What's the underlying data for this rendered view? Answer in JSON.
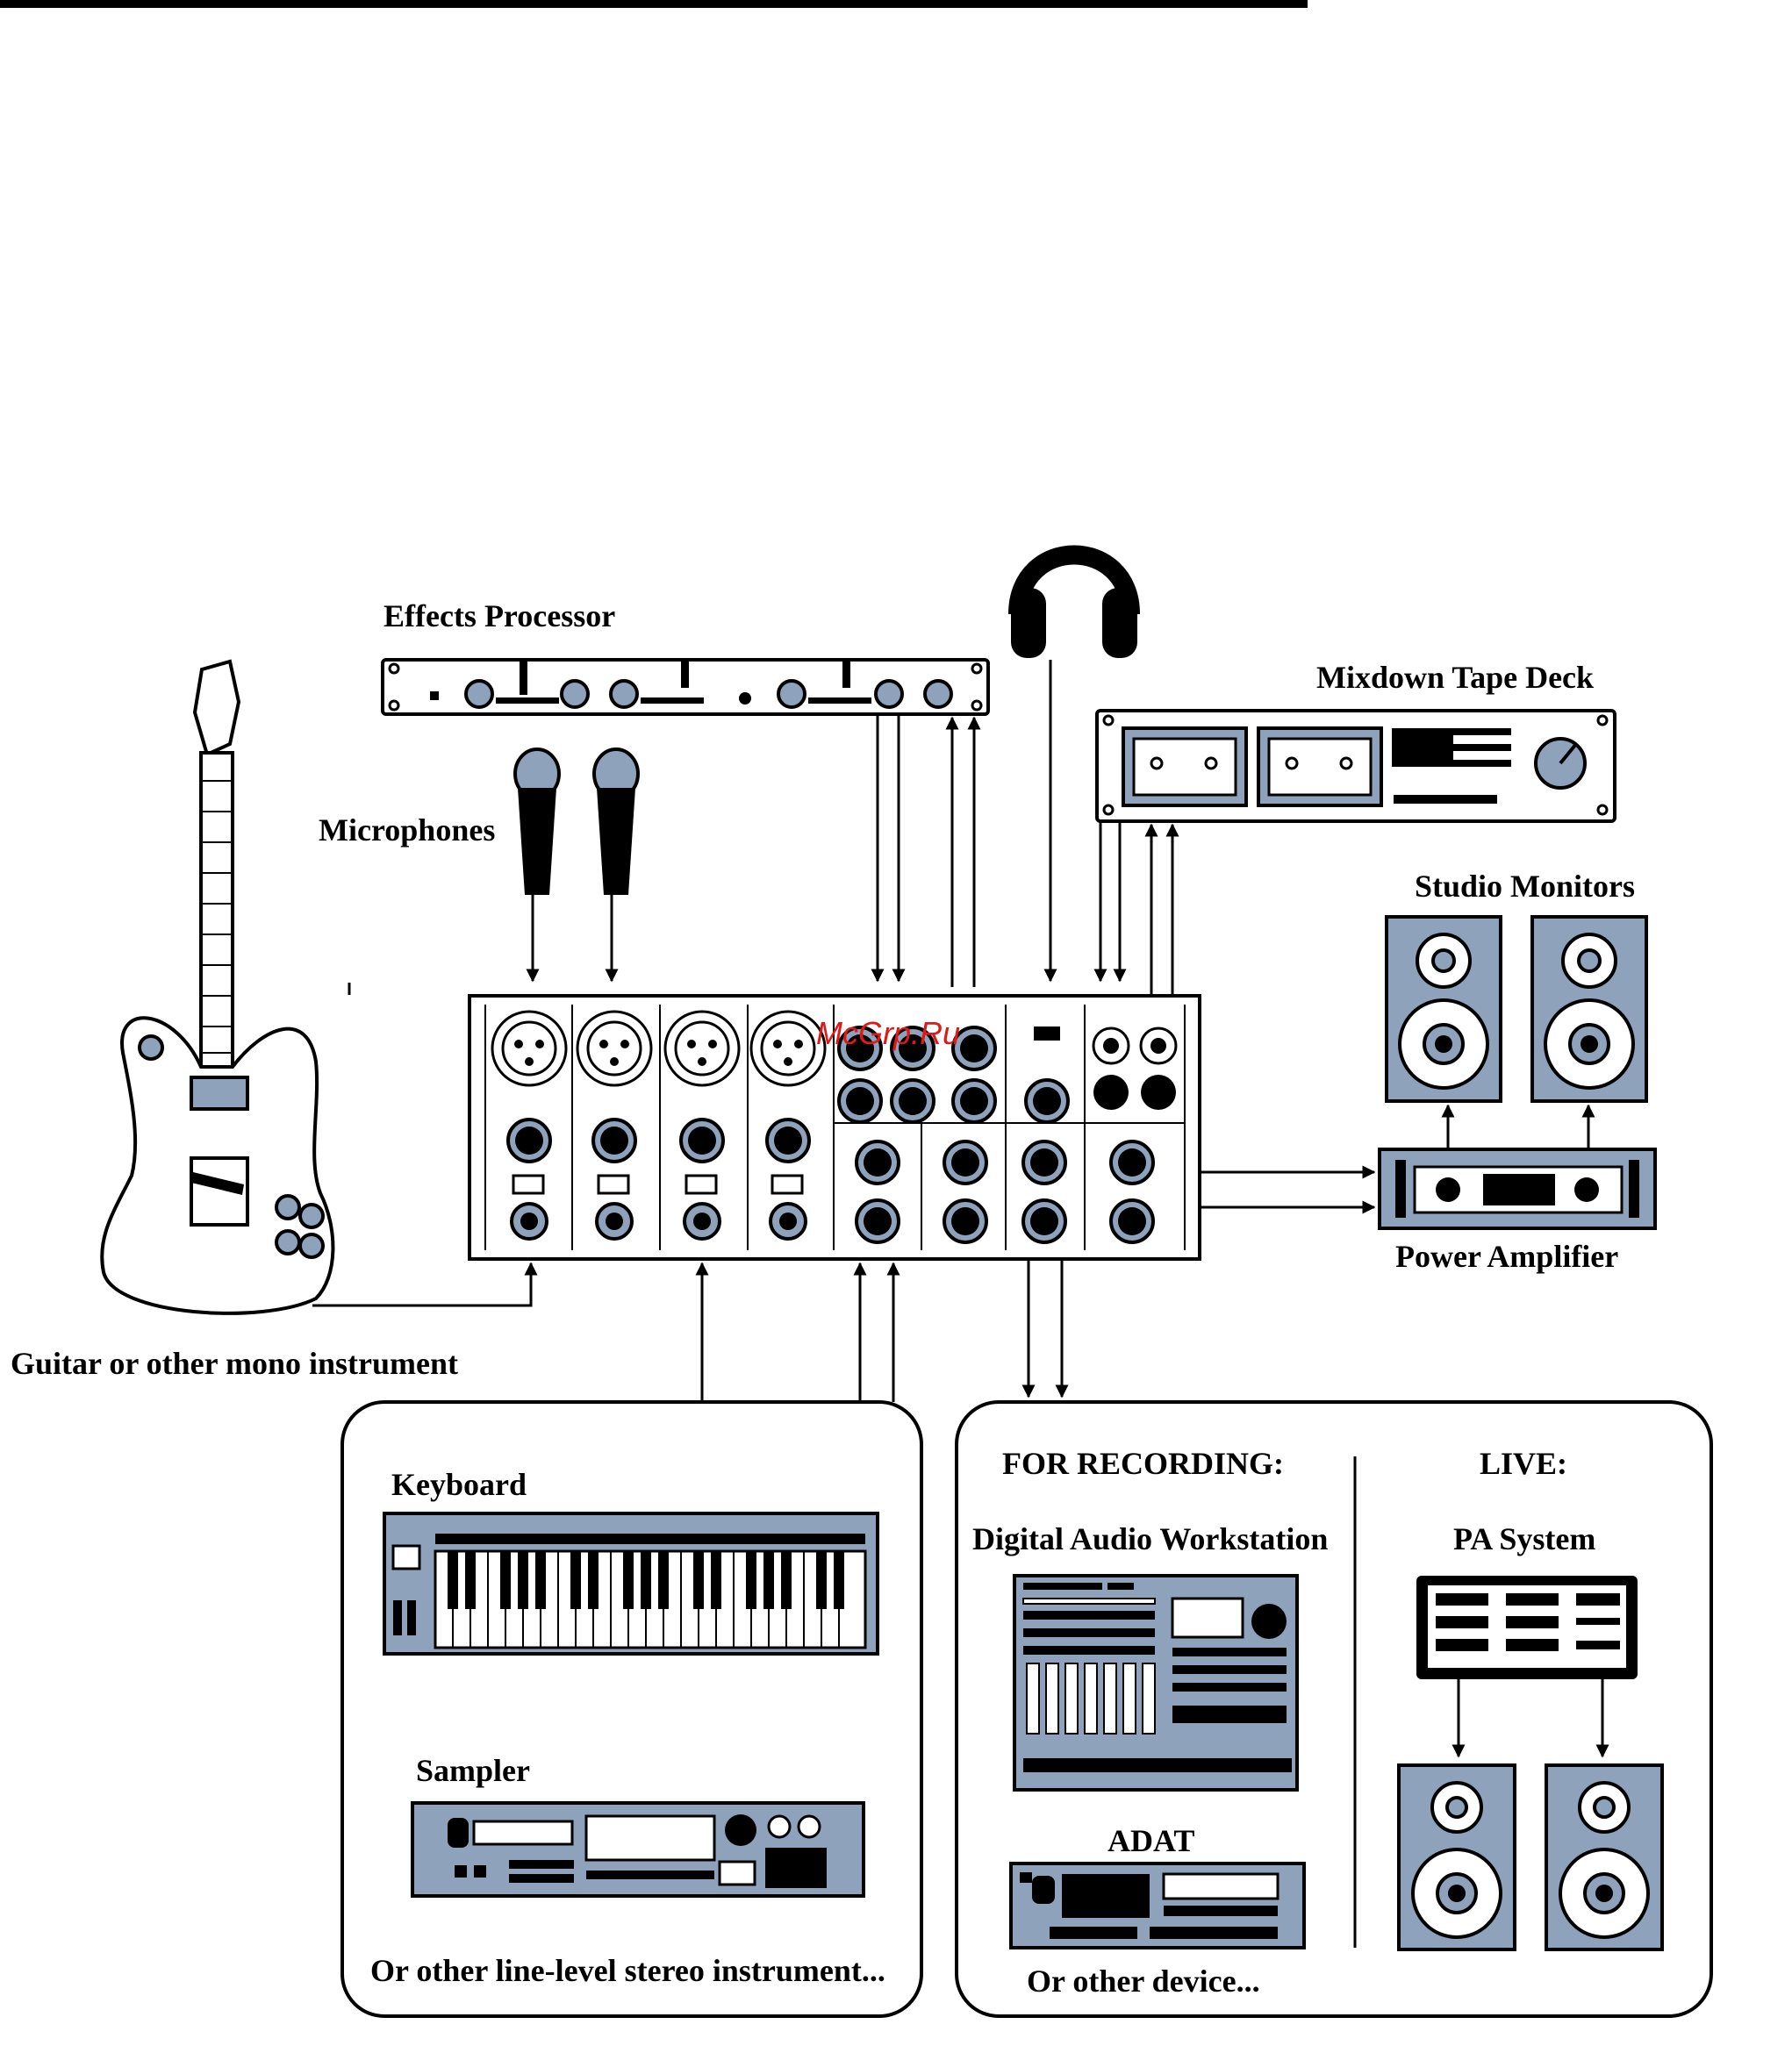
{
  "labels": {
    "effects_processor": "Effects Processor",
    "mixdown_tape_deck": "Mixdown Tape Deck",
    "microphones": "Microphones",
    "studio_monitors": "Studio Monitors",
    "power_amplifier": "Power Amplifier",
    "guitar": "Guitar or other mono instrument",
    "keyboard": "Keyboard",
    "sampler": "Sampler",
    "line_level": "Or other line-level stereo instrument...",
    "for_recording": "FOR RECORDING:",
    "live": "LIVE:",
    "daw": "Digital Audio Workstation",
    "pa_system": "PA System",
    "adat": "ADAT",
    "other_device": "Or other device..."
  },
  "watermark": "McGrp.Ru",
  "colors": {
    "device": "#8fa2bc",
    "watermark": "#e01818",
    "line": "#000000"
  }
}
